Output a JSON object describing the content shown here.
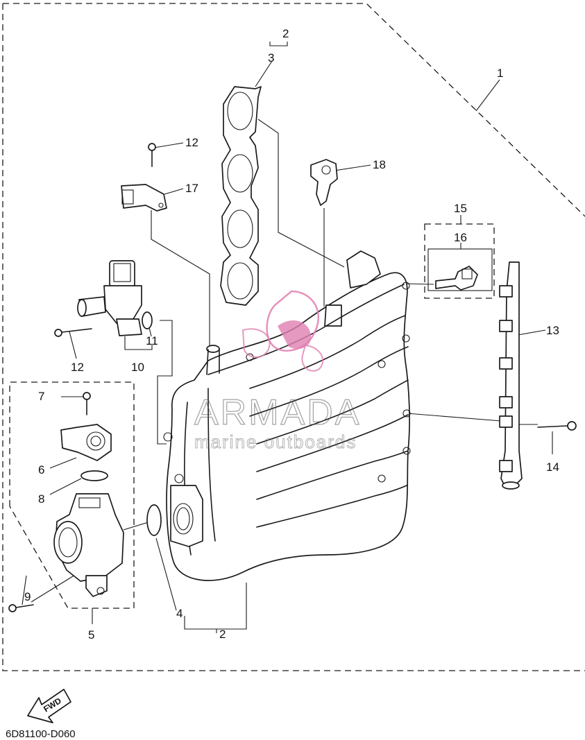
{
  "diagram": {
    "callouts": {
      "c1": "1",
      "c2_top": "2",
      "c2_bottom": "2",
      "c3": "3",
      "c4": "4",
      "c5": "5",
      "c6": "6",
      "c7": "7",
      "c8": "8",
      "c9": "9",
      "c10": "10",
      "c11": "11",
      "c12_top": "12",
      "c12_mid": "12",
      "c13": "13",
      "c14": "14",
      "c15": "15",
      "c16": "16",
      "c17": "17",
      "c18": "18"
    },
    "direction_badge": "FWD",
    "drawing_code": "6D81100-D060"
  },
  "watermark": {
    "brand": "ARMADA",
    "tagline": "marine outboards",
    "logo_color": "#e07fb0"
  }
}
